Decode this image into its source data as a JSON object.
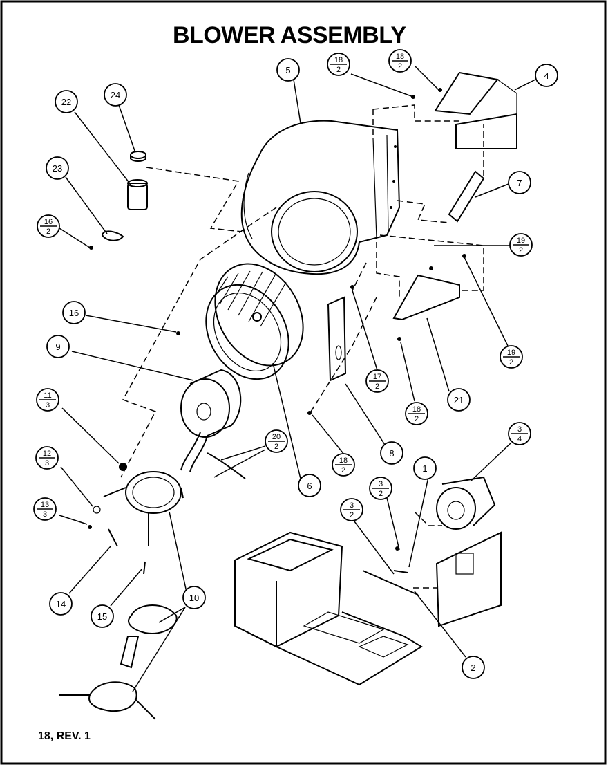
{
  "title": "BLOWER ASSEMBLY",
  "footer": "18, REV. 1",
  "callouts": [
    {
      "id": "c1",
      "label": "1"
    },
    {
      "id": "c2",
      "label": "2"
    },
    {
      "id": "c3-2a",
      "num": "3",
      "den": "2"
    },
    {
      "id": "c3-2b",
      "num": "3",
      "den": "2"
    },
    {
      "id": "c3-4",
      "num": "3",
      "den": "4"
    },
    {
      "id": "c4",
      "label": "4"
    },
    {
      "id": "c5",
      "label": "5"
    },
    {
      "id": "c6",
      "label": "6"
    },
    {
      "id": "c7",
      "label": "7"
    },
    {
      "id": "c8",
      "label": "8"
    },
    {
      "id": "c9",
      "label": "9"
    },
    {
      "id": "c10a",
      "label": "10"
    },
    {
      "id": "c11",
      "num": "11",
      "den": "3"
    },
    {
      "id": "c12",
      "num": "12",
      "den": "3"
    },
    {
      "id": "c13",
      "num": "13",
      "den": "3"
    },
    {
      "id": "c14",
      "label": "14"
    },
    {
      "id": "c15",
      "label": "15"
    },
    {
      "id": "c16",
      "label": "16"
    },
    {
      "id": "c16-2",
      "num": "16",
      "den": "2"
    },
    {
      "id": "c17",
      "num": "17",
      "den": "2"
    },
    {
      "id": "c18a",
      "num": "18",
      "den": "2"
    },
    {
      "id": "c18b",
      "num": "18",
      "den": "2"
    },
    {
      "id": "c18c",
      "num": "18",
      "den": "2"
    },
    {
      "id": "c18d",
      "num": "18",
      "den": "2"
    },
    {
      "id": "c19a",
      "num": "19",
      "den": "2"
    },
    {
      "id": "c19b",
      "num": "19",
      "den": "2"
    },
    {
      "id": "c20",
      "num": "20",
      "den": "2"
    },
    {
      "id": "c21",
      "label": "21"
    },
    {
      "id": "c22",
      "label": "22"
    },
    {
      "id": "c23",
      "label": "23"
    },
    {
      "id": "c24",
      "label": "24"
    }
  ]
}
